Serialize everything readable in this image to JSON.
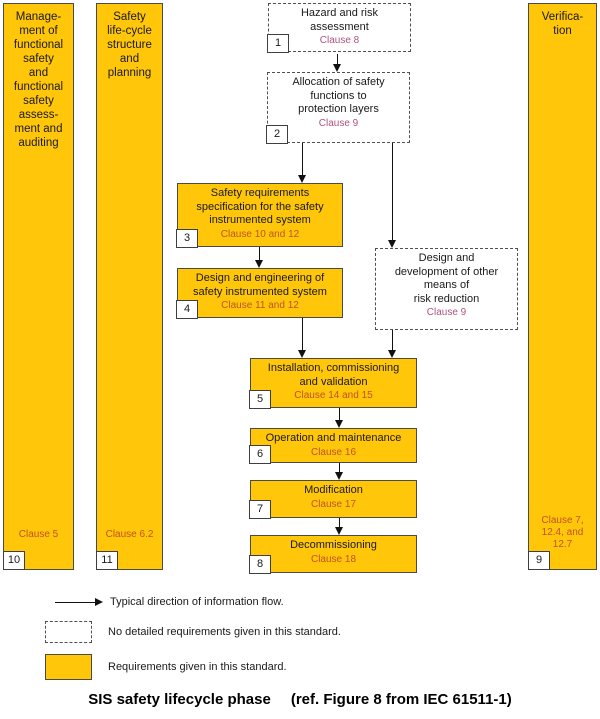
{
  "title": {
    "main": "SIS safety lifecycle phase",
    "ref": "(ref. Figure 8 from IEC 61511-1)"
  },
  "colors": {
    "box_fill": "#FFC60A",
    "box_border": "#4a4a4a",
    "clause_on_yellow": "#c2531b",
    "clause_on_white": "#b0527e"
  },
  "columns": [
    {
      "title": "Manage-\nment of\nfunctional\nsafety\nand\nfunctional\nsafety\nassess-\nment and\nauditing",
      "clause": "Clause 5",
      "badge": "10"
    },
    {
      "title": "Safety\nlife-cycle\nstructure\nand\nplanning",
      "clause": "Clause 6.2",
      "badge": "11"
    },
    {
      "title": "Verifica-\ntion",
      "clause": "Clause 7,\n12.4, and\n12.7",
      "badge": "9"
    }
  ],
  "boxes": [
    {
      "badge": "1",
      "label": "Hazard and risk\nassessment",
      "clause": "Clause 8"
    },
    {
      "badge": "2",
      "label": "Allocation of safety\nfunctions to\nprotection layers",
      "clause": "Clause 9"
    },
    {
      "badge": "3",
      "label": "Safety requirements\nspecification for the safety\ninstrumented system",
      "clause": "Clause 10 and 12"
    },
    {
      "badge": "4",
      "label": "Design and engineering of\nsafety instrumented system",
      "clause": "Clause 11 and 12"
    },
    {
      "label": "Design and\ndevelopment of other\nmeans of\nrisk reduction",
      "clause": "Clause 9"
    },
    {
      "badge": "5",
      "label": "Installation, commissioning\nand validation",
      "clause": "Clause 14 and 15"
    },
    {
      "badge": "6",
      "label": "Operation and maintenance",
      "clause": "Clause 16"
    },
    {
      "badge": "7",
      "label": "Modification",
      "clause": "Clause 17"
    },
    {
      "badge": "8",
      "label": "Decommissioning",
      "clause": "Clause 18"
    }
  ],
  "legend": {
    "arrow_label": "Typical direction of information flow.",
    "dashed_label": "No detailed requirements given in this standard.",
    "solid_label": "Requirements given in this standard."
  }
}
